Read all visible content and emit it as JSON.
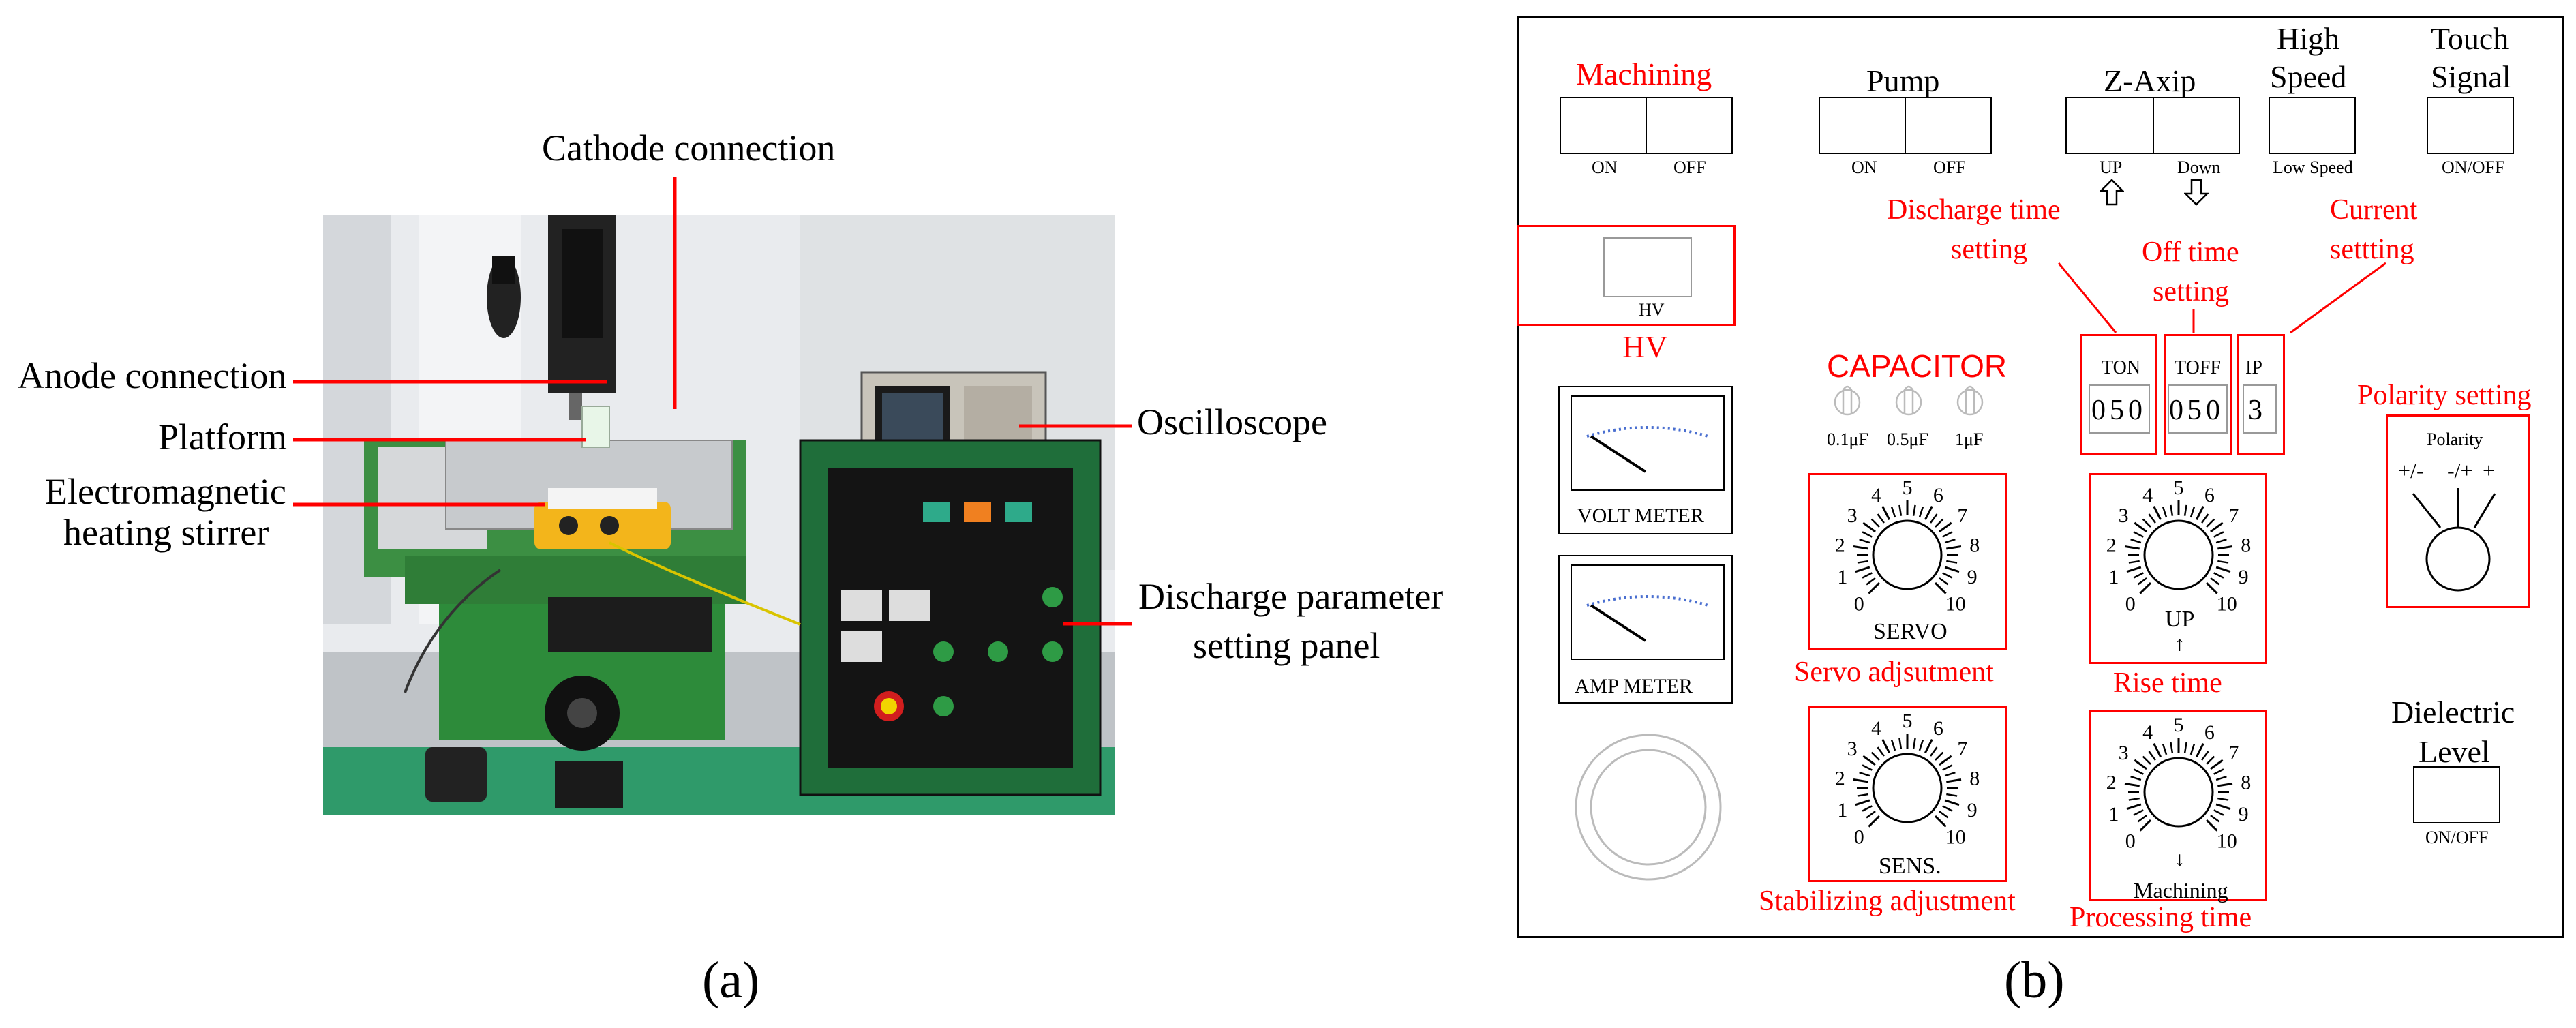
{
  "colors": {
    "callout": "#ff0000",
    "equipment_green": "#2f8a3a",
    "panel_border": "#000000"
  },
  "caption_a": "(a)",
  "caption_b": "(b)",
  "photo_labels": {
    "cathode": "Cathode connection",
    "anode": "Anode connection",
    "platform": "Platform",
    "stirrer_line1": "Electromagnetic",
    "stirrer_line2": "heating stirrer",
    "oscilloscope": "Oscilloscope",
    "panel_line1": "Discharge parameter",
    "panel_line2": "setting panel"
  },
  "panel": {
    "machining": {
      "title": "Machining",
      "on": "ON",
      "off": "OFF"
    },
    "pump": {
      "title": "Pump",
      "on": "ON",
      "off": "OFF"
    },
    "zaxis": {
      "title": "Z-Axip",
      "up": "UP",
      "down": "Down"
    },
    "high_speed": {
      "title_line1": "High",
      "title_line2": "Speed",
      "sub": "Low Speed"
    },
    "touch_signal": {
      "title_line1": "Touch",
      "title_line2": "Signal",
      "sub": "ON/OFF"
    },
    "hv": {
      "inner": "HV",
      "title": "HV"
    },
    "capacitor": {
      "title": "CAPACITOR",
      "v1": "0.1μF",
      "v2": "0.5μF",
      "v3": "1μF"
    },
    "volt_meter": "VOLT METER",
    "amp_meter": "AMP METER",
    "discharge_time": {
      "line1": "Discharge time",
      "line2": "setting"
    },
    "off_time": {
      "line1": "Off time",
      "line2": "setting"
    },
    "current": {
      "line1": "Current",
      "line2": "settting"
    },
    "ton": {
      "label": "TON",
      "value": "050"
    },
    "toff": {
      "label": "TOFF",
      "value": "050"
    },
    "ip": {
      "label": "IP",
      "value": "3"
    },
    "polarity": {
      "title": "Polarity setting",
      "inner": "Polarity",
      "opt1": "+/-",
      "opt2": "-/+",
      "opt3": "+"
    },
    "servo": {
      "label": "SERVO",
      "caption": "Servo adjsutment"
    },
    "rise": {
      "label": "UP",
      "arrow": "↑",
      "caption": "Rise time"
    },
    "sens": {
      "label": "SENS.",
      "caption": "Stabilizing adjustment"
    },
    "processing": {
      "arrow": "↓",
      "label": "Machining",
      "caption": "Processing time"
    },
    "dielectric": {
      "line1": "Dielectric",
      "line2": "Level",
      "sub": "ON/OFF"
    },
    "dial_ticks": [
      "0",
      "1",
      "2",
      "3",
      "4",
      "5",
      "6",
      "7",
      "8",
      "9",
      "10"
    ]
  }
}
